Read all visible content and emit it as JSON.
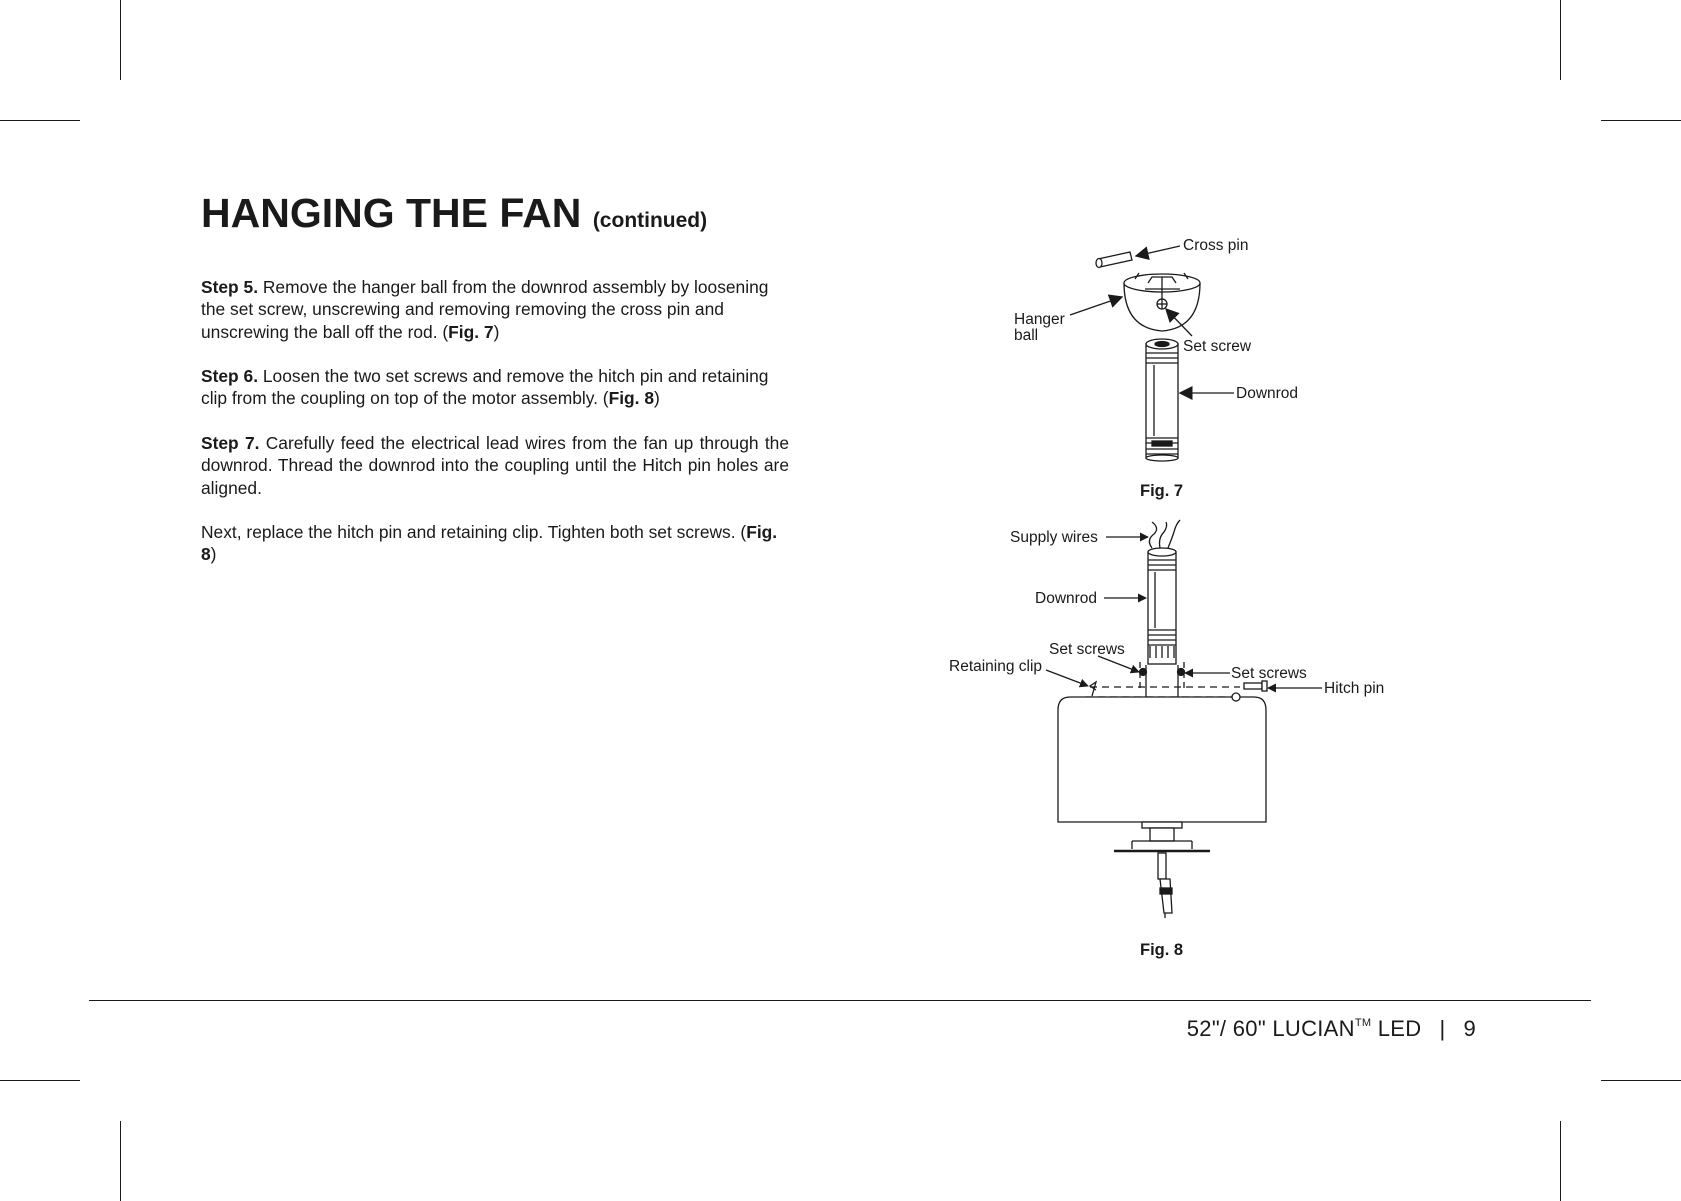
{
  "heading": {
    "title": "HANGING THE FAN",
    "continued": "(continued)"
  },
  "steps": [
    {
      "label": "Step 5.",
      "text": " Remove the hanger ball from the downrod assembly by loosening the set screw, unscrewing and removing removing the cross pin and unscrewing the ball off the rod. (",
      "ref": "Fig. 7",
      "close": ")"
    },
    {
      "label": "Step 6.",
      "text": " Loosen the two set screws and remove the hitch pin and retaining clip from the coupling on top of the motor assembly. (",
      "ref": "Fig. 8",
      "close": ")"
    },
    {
      "label": "Step 7.",
      "text": " Carefully feed the electrical lead wires from the fan up through the downrod. Thread the downrod into the coupling until the Hitch pin holes are aligned."
    }
  ],
  "next": {
    "text": "Next, replace the hitch pin and retaining clip. Tighten both set screws. (",
    "ref": "Fig. 8",
    "close": ")"
  },
  "fig7": {
    "labels": {
      "cross_pin": "Cross pin",
      "hanger": "Hanger",
      "ball": "ball",
      "set_screw": "Set screw",
      "downrod": "Downrod"
    },
    "caption": "Fig. 7"
  },
  "fig8": {
    "labels": {
      "supply_wires": "Supply wires",
      "downrod": "Downrod",
      "set_screws_left": "Set  screws",
      "retaining_clip": "Retaining clip",
      "set_screws_right": "Set  screws",
      "hitch_pin": "Hitch pin"
    },
    "caption": "Fig. 8"
  },
  "footer": {
    "model": "52\"/ 60\" LUCIAN",
    "tm": "TM",
    "led": " LED",
    "separator": "|",
    "page": "9"
  }
}
